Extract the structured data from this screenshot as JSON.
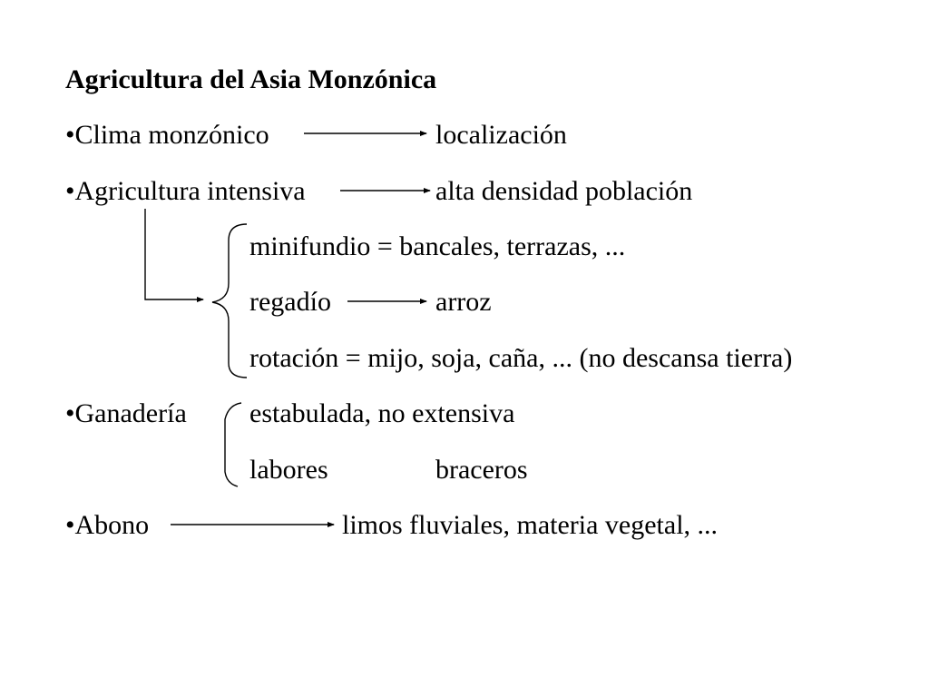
{
  "slide": {
    "title": "Agricultura del Asia Monzónica",
    "rows": {
      "clima": {
        "left": "•Clima monzónico",
        "right": "localización"
      },
      "agricultura": {
        "left": "•Agricultura intensiva",
        "right": "alta densidad población"
      },
      "minifundio": {
        "text": "minifundio = bancales, terrazas, ..."
      },
      "regadio": {
        "left": "regadío",
        "right": "arroz"
      },
      "rotacion": {
        "text": "rotación = mijo, soja, caña, ... (no descansa tierra)"
      },
      "ganaderia": {
        "left": "•Ganadería",
        "right": "estabulada, no extensiva"
      },
      "labores": {
        "left": "labores",
        "right": "braceros"
      },
      "abono": {
        "left": "•Abono",
        "right": "limos fluviales, materia vegetal, ..."
      }
    }
  },
  "colors": {
    "text": "#000000",
    "background": "#ffffff"
  }
}
